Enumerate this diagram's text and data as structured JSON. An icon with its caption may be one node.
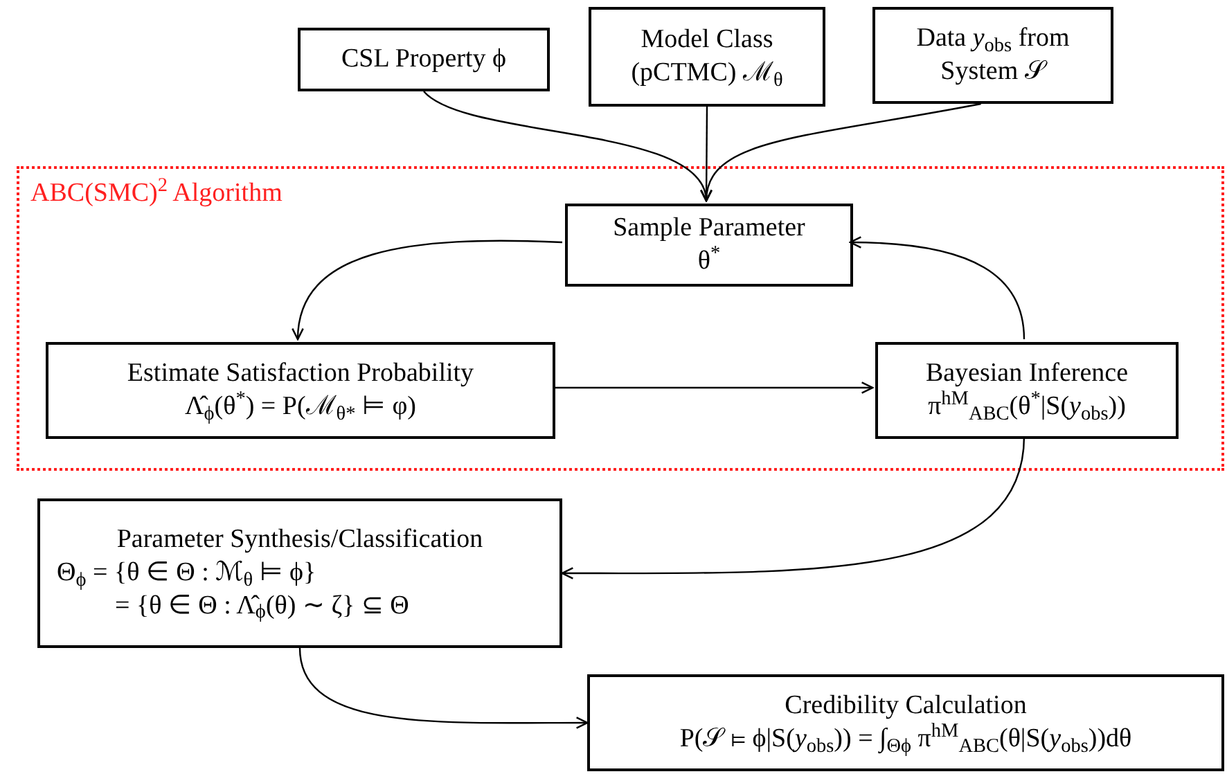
{
  "diagram": {
    "nodes": [
      {
        "text": [
          "CSL Property ϕ"
        ]
      },
      {
        "text": [
          "Model Class (pCTMC) ℳ$_{θ}$"
        ]
      },
      {
        "text": [
          "Data *y*$_{obs}$ from System 𝒮"
        ]
      },
      {
        "text": [
          "ABC(SMC)$^{2}$ Algorithm"
        ]
      },
      {
        "text": [
          "Sample Parameter",
          "θ$^{*}$"
        ],
        "in": 3
      },
      {
        "text": [
          "Estimate Satisfaction Probability",
          "Λ̂$_{ϕ}$(θ$^{*}$) = P(ℳ$_{θ*}$ ⊨ φ)"
        ],
        "in": 3
      },
      {
        "text": [
          "Bayesian Inference",
          "π$^{hM}$$_{ABC}$(θ$^{*}$|S(*y*$_{obs}$))"
        ],
        "in": 3
      },
      {
        "text": [
          "Parameter Synthesis/Classification",
          "Θ$_{ϕ}$ = {θ ∈ Θ : ℳ$_{θ}$ ⊨ ϕ}",
          "= {θ ∈ Θ : Λ̂$_{ϕ}$(θ) ∼ ζ} ⊆ Θ"
        ]
      },
      {
        "text": [
          "Credibility Calculation",
          "P(𝒮 ⊨ ϕ|S(*y*$_{obs}$)) = ∫$_{Θϕ}$ π$^{hM}$$_{ABC}$(θ|S(*y*$_{obs}$))dθ"
        ]
      }
    ],
    "edges": [
      {
        "from": 0,
        "to": 4,
        "arrow": "to"
      },
      {
        "from": 1,
        "to": 4,
        "arrow": "to"
      },
      {
        "from": 2,
        "to": 4,
        "arrow": "to"
      },
      {
        "from": 4,
        "to": 5,
        "arrow": "to"
      },
      {
        "from": 5,
        "to": 6,
        "arrow": "to"
      },
      {
        "from": 6,
        "to": 4,
        "arrow": "to"
      },
      {
        "from": 6,
        "to": 7,
        "arrow": "to"
      },
      {
        "from": 7,
        "to": 8,
        "arrow": "to"
      }
    ]
  }
}
